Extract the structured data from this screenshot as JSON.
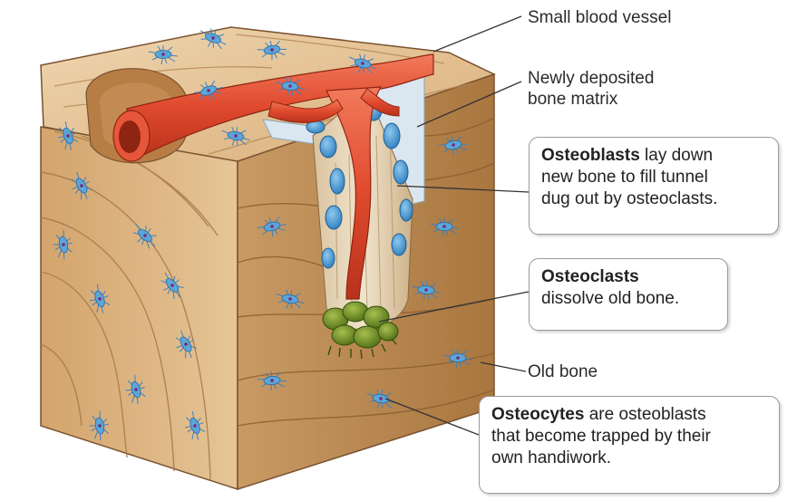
{
  "labels": {
    "blood_vessel": "Small blood vessel",
    "matrix_line1": "Newly deposited",
    "matrix_line2": "bone matrix",
    "old_bone": "Old bone"
  },
  "callouts": {
    "osteoblasts": {
      "term": "Osteoblasts",
      "line1": " lay down",
      "line2": "new bone to fill tunnel",
      "line3": "dug out by osteoclasts."
    },
    "osteoclasts": {
      "term": "Osteoclasts",
      "line2": "dissolve old bone."
    },
    "osteocytes": {
      "term": "Osteocytes",
      "line1": " are osteoblasts",
      "line2": "that become trapped by their",
      "line3": "own handiwork."
    }
  },
  "colors": {
    "bone_light": "#e9cca2",
    "bone_mid": "#d8aa72",
    "bone_dark": "#b9824c",
    "vessel": "#e8563a",
    "osteocyte": "#5aa6d8",
    "osteoclast": "#6f8f2a"
  }
}
